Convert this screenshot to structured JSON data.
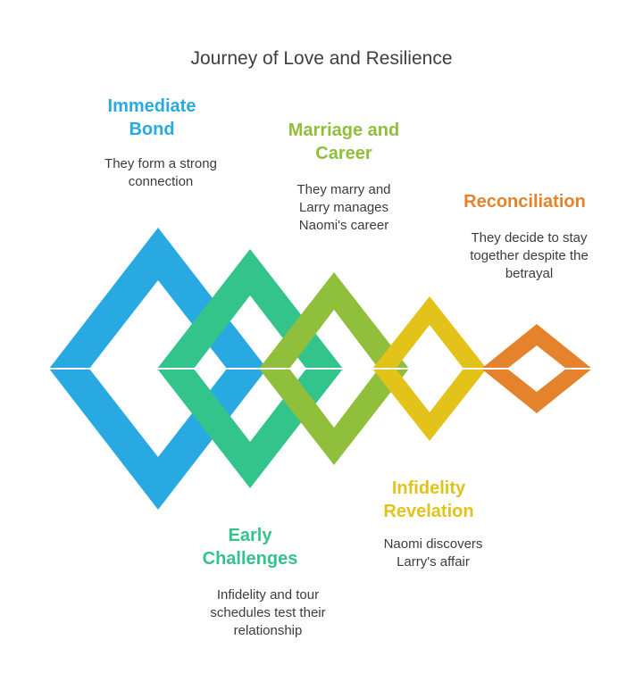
{
  "title": "Journey of Love and Resilience",
  "stages": [
    {
      "heading": "Immediate\nBond",
      "description": "They form a strong\nconnection",
      "color": "#29a9e1"
    },
    {
      "heading": "Early\nChallenges",
      "description": "Infidelity and tour\nschedules test their\nrelationship",
      "color": "#33c48b"
    },
    {
      "heading": "Marriage and\nCareer",
      "description": "They marry and\nLarry manages\nNaomi's career",
      "color": "#8fbf3b"
    },
    {
      "heading": "Infidelity\nRevelation",
      "description": "Naomi discovers\nLarry's affair",
      "color": "#e3c21a"
    },
    {
      "heading": "Reconciliation",
      "description": "They decide to stay\ntogether despite the\nbetrayal",
      "color": "#e5832c"
    }
  ]
}
